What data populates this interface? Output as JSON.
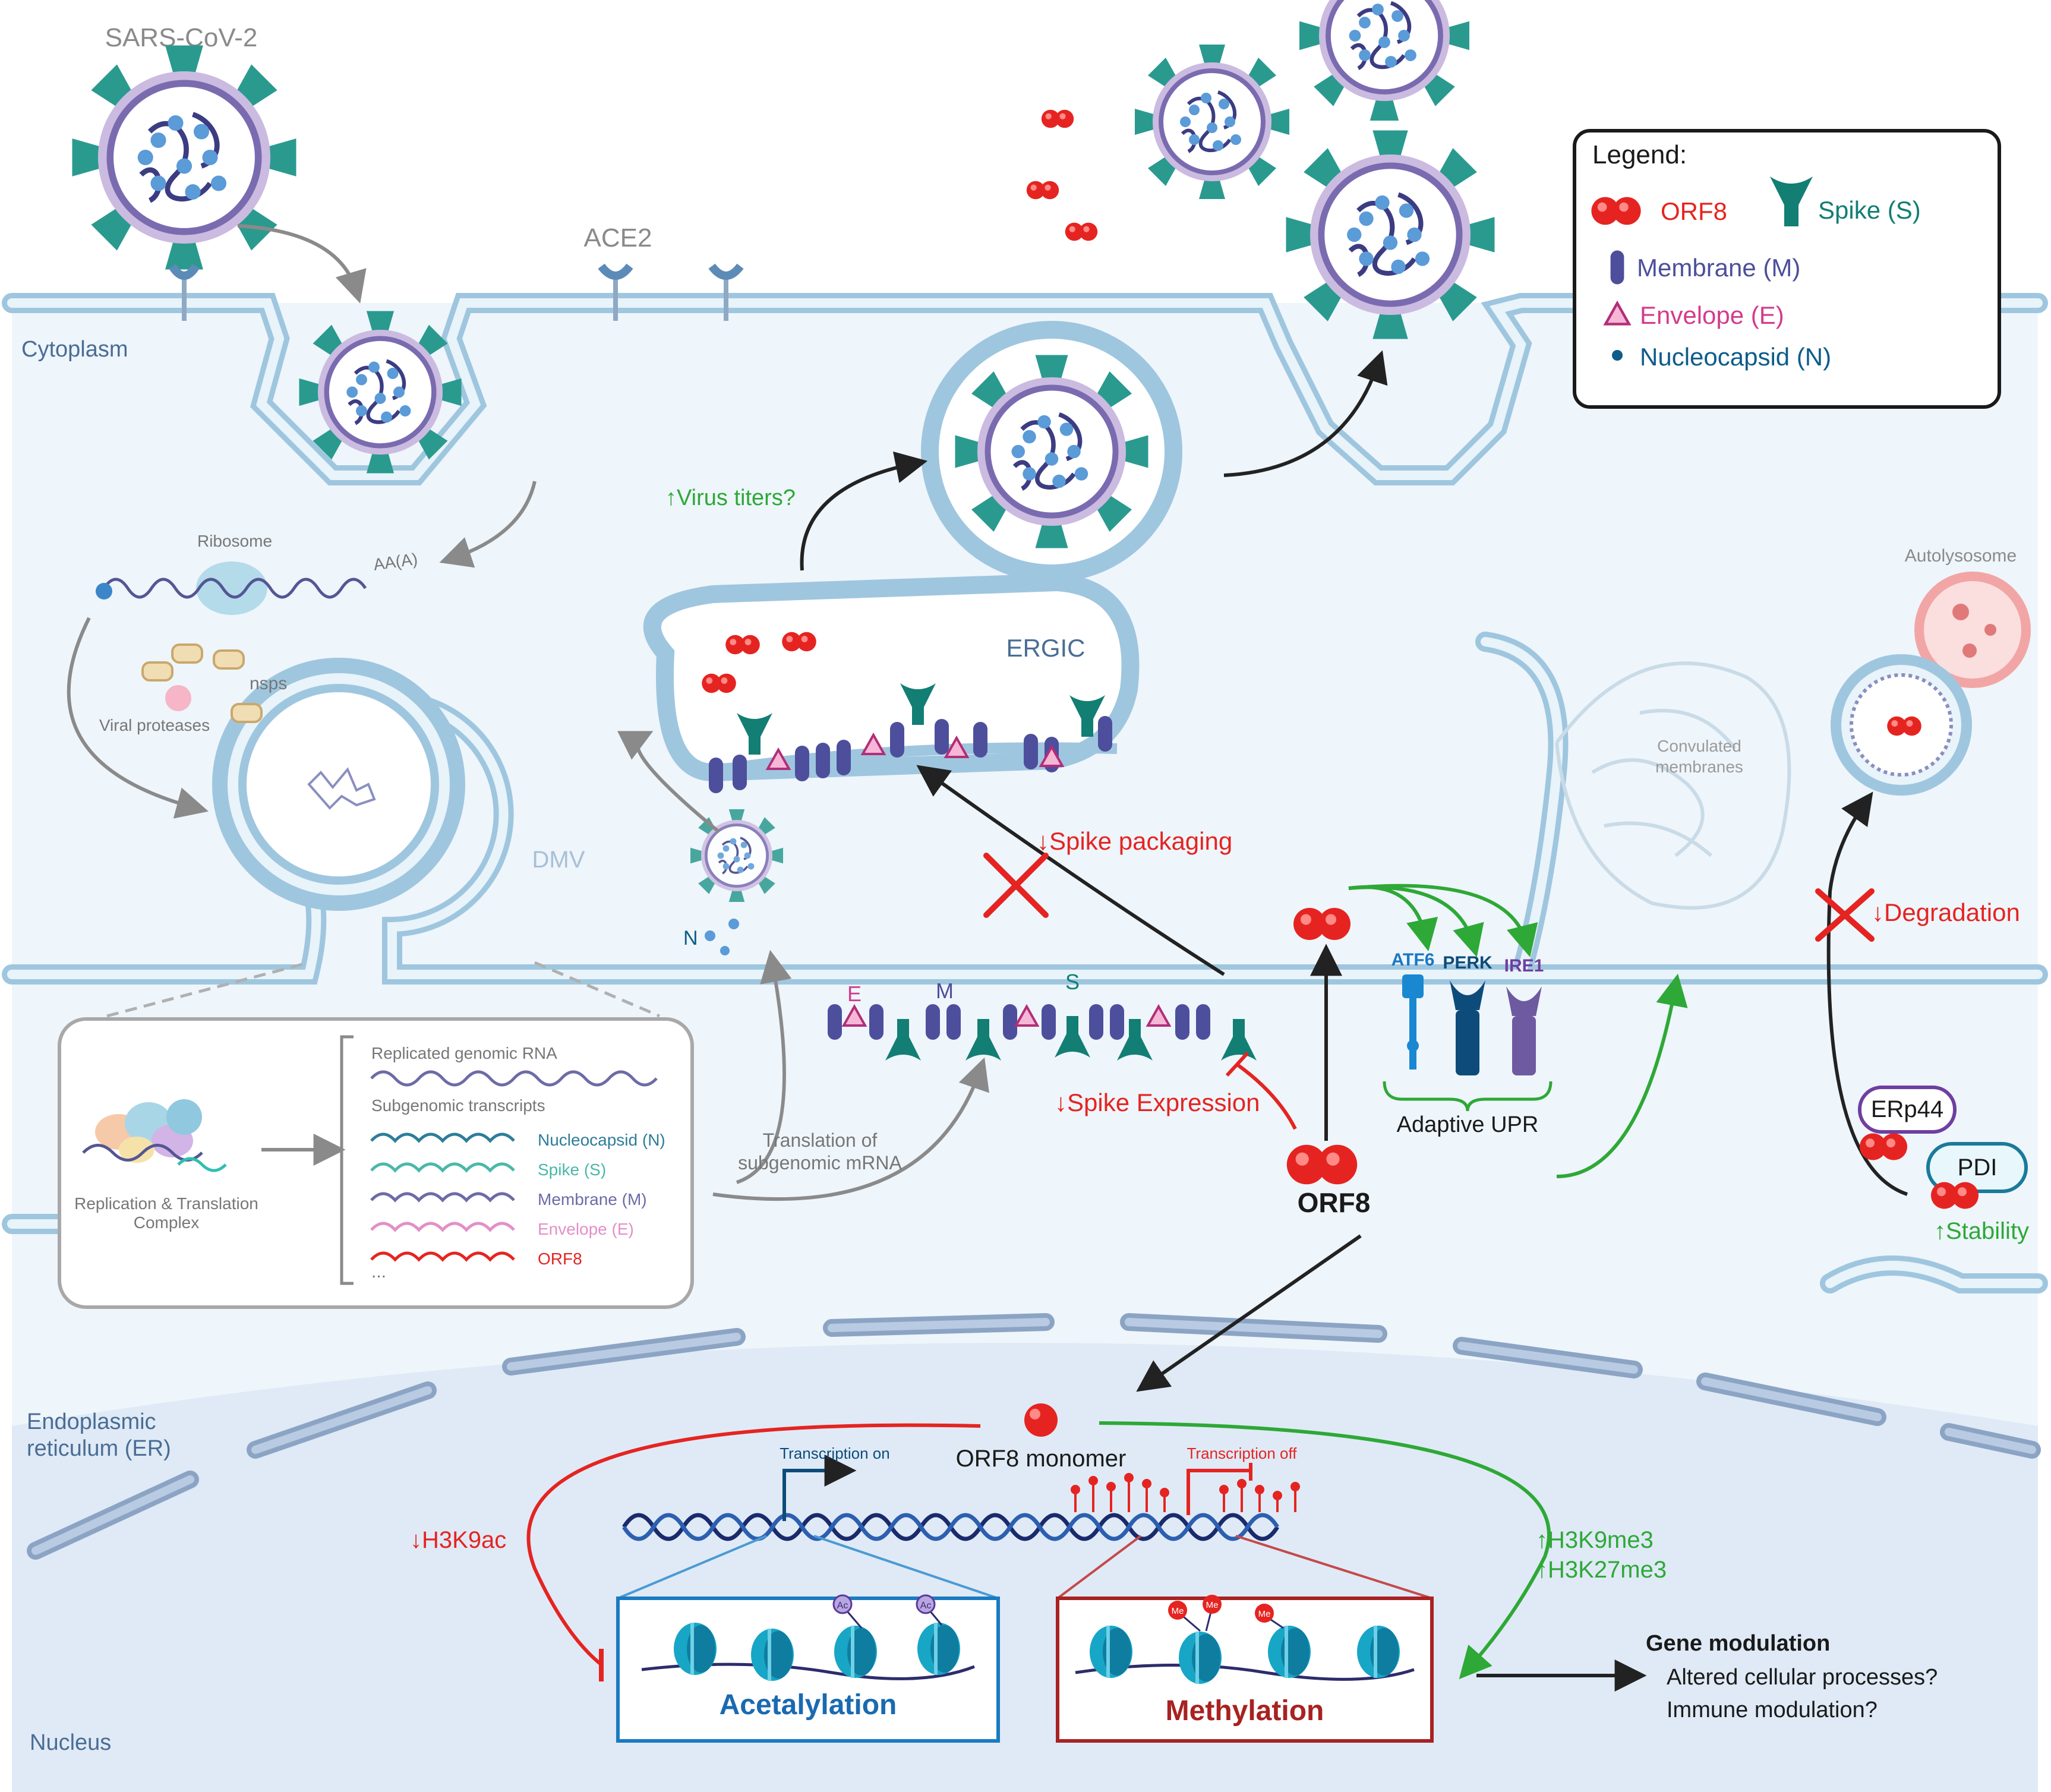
{
  "labels": {
    "sars_cov_2": "SARS-CoV-2",
    "ace2": "ACE2",
    "cytoplasm": "Cytoplasm",
    "ribosome": "Ribosome",
    "poly_a": "AA(A)",
    "nsps": "nsps",
    "viral_proteases": "Viral proteases",
    "dmv": "DMV",
    "ergic": "ERGIC",
    "virus_titers": "Virus titers?",
    "spike_packaging": "Spike packaging",
    "n_label": "N",
    "e_label": "E",
    "m_label": "M",
    "s_label": "S",
    "translation_line1": "Translation of",
    "translation_line2": "subgenomic mRNA",
    "spike_expression": "Spike Expression",
    "orf8": "ORF8",
    "atf6": "ATF6",
    "perk": "PERK",
    "ire1": "IRE1",
    "adaptive_upr": "Adaptive UPR",
    "convoluted_line1": "Convulated",
    "convoluted_line2": "membranes",
    "autolysosome": "Autolysosome",
    "degradation": "Degradation",
    "erp44": "ERp44",
    "pdi": "PDI",
    "stability": "Stability",
    "endoplasmic_line1": "Endoplasmic",
    "endoplasmic_line2": "reticulum (ER)",
    "nucleus": "Nucleus",
    "orf8_monomer": "ORF8 monomer",
    "transcription_on": "Transcription on",
    "transcription_off": "Transcription off",
    "h3k9ac": "H3K9ac",
    "h3k9me3": "H3K9me3",
    "h3k27me3": "H3K27me3",
    "acetylation": "Acetalylation",
    "methylation": "Methylation",
    "ac_mark": "Ac",
    "me_mark": "Me",
    "gene_modulation": "Gene modulation",
    "altered_processes": "Altered cellular processes?",
    "immune_modulation": "Immune modulation?",
    "replication_line1": "Replication & Translation",
    "replication_line2": "Complex"
  },
  "inset": {
    "replicated": "Replicated genomic RNA",
    "subgenomic": "Subgenomic transcripts",
    "transcripts": [
      {
        "label": "Nucleocapsid (N)",
        "color": "#2d7d9a"
      },
      {
        "label": "Spike (S)",
        "color": "#4ab8aa"
      },
      {
        "label": "Membrane (M)",
        "color": "#6d6ba6"
      },
      {
        "label": "Envelope (E)",
        "color": "#e38fc8"
      },
      {
        "label": "ORF8",
        "color": "#e52421"
      }
    ],
    "ellipsis": "..."
  },
  "legend": {
    "title": "Legend:",
    "orf8": "ORF8",
    "spike": "Spike (S)",
    "membrane": "Membrane (M)",
    "envelope": "Envelope (E)",
    "nucleocapsid": "Nucleocapsid (N)"
  },
  "colors": {
    "orf8_red": "#e52421",
    "spike_teal": "#127e74",
    "membrane_purple": "#4d4f9c",
    "envelope_pink": "#d43b8c",
    "nucleocapsid_blue": "#0d5c8a",
    "increase_green": "#2ea836",
    "decrease_red": "#e52421",
    "membrane_blue": "#bcd9ea"
  }
}
